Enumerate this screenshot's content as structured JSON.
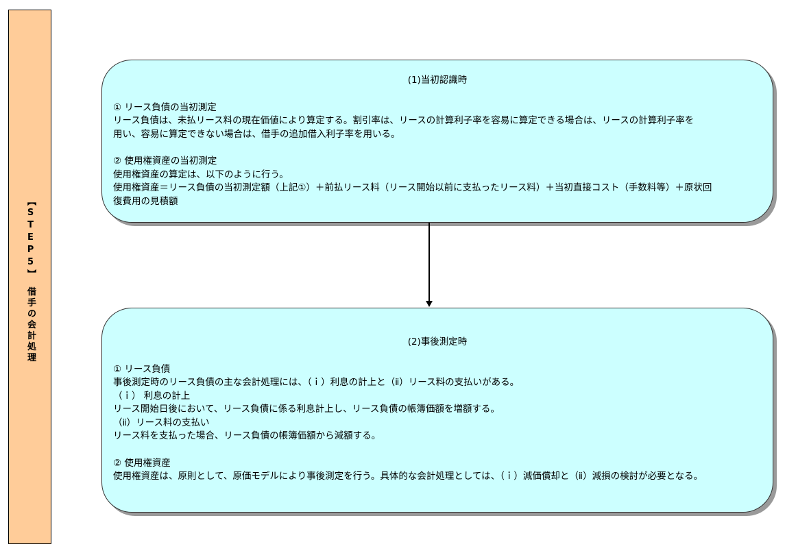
{
  "sidebar": {
    "label": "【STEP5】　借手の会計処理"
  },
  "initial": {
    "title": "(1)当初認識時",
    "s1_heading": "①  リース負債の当初測定",
    "s1_lines": [
      "リース負債は、未払リース料の現在価値により算定する。割引率は、リースの計算利子率を容易に算定できる場合は、リースの計算利子率を",
      "用い、容易に算定できない場合は、借手の追加借入利子率を用いる。"
    ],
    "s2_heading": "②  使用権資産の当初測定",
    "s2_lines": [
      "使用権資産の算定は、以下のように行う。",
      "使用権資産＝リース負債の当初測定額（上記①）＋前払リース料（リース開始以前に支払ったリース料）＋当初直接コスト（手数料等）＋原状回",
      "復費用の見積額"
    ]
  },
  "subsequent": {
    "title": "(2)事後測定時",
    "s1_heading": "①  リース負債",
    "s1_lines": [
      "事後測定時のリース負債の主な会計処理には、（ｉ）利息の計上と（ⅱ）リース料の支払いがある。",
      "（ｉ）  利息の計上",
      "リース開始日後において、リース負債に係る利息計上し、リース負債の帳簿価額を増額する。",
      "（ⅱ）リース料の支払い",
      "リース料を支払った場合、リース負債の帳簿価額から減額する。"
    ],
    "s2_heading": "②  使用権資産",
    "s2_lines": [
      "使用権資産は、原則として、原価モデルにより事後測定を行う。具体的な会計処理としては、（ｉ）減価償却と（ⅱ）減損の検討が必要となる。"
    ]
  }
}
